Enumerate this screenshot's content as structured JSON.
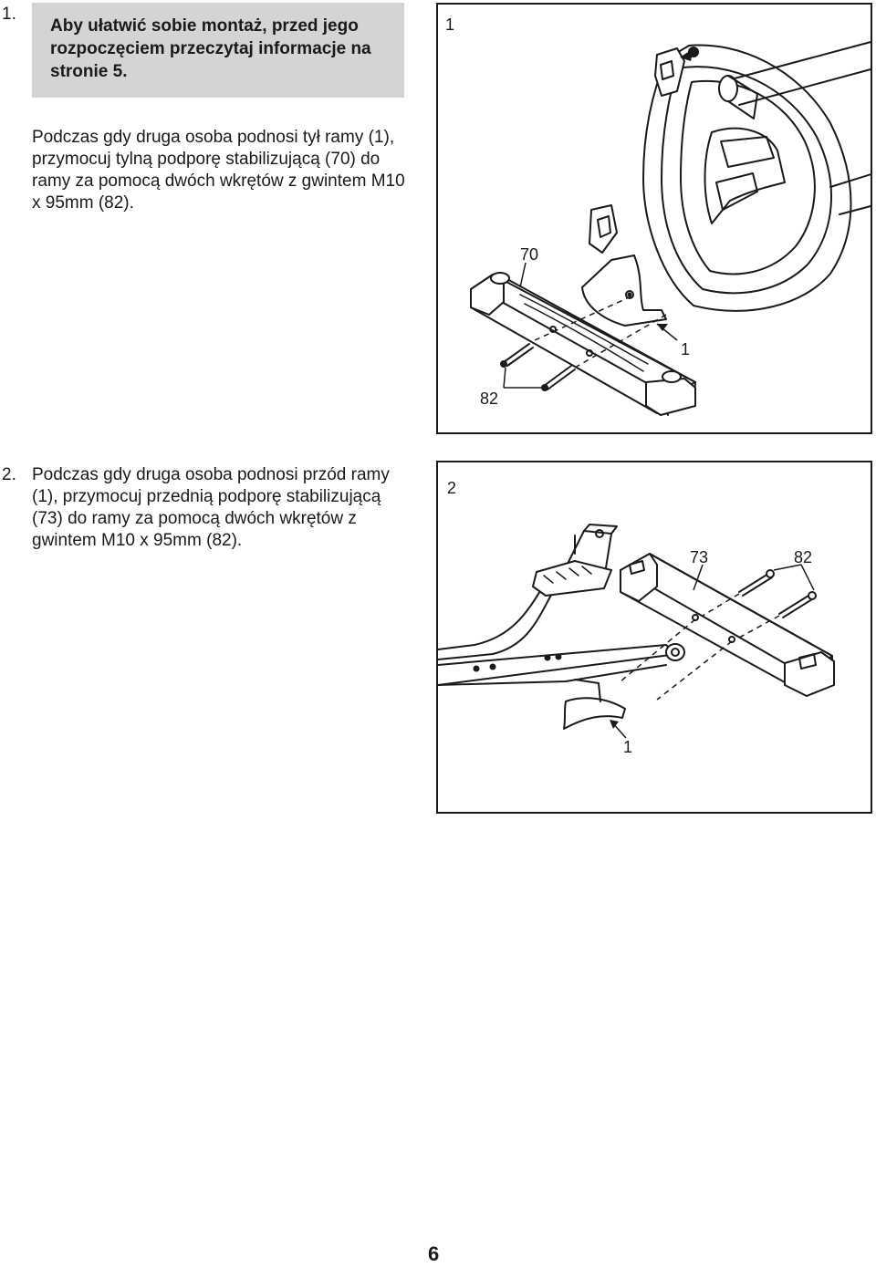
{
  "step1": {
    "number": "1.",
    "note": "Aby ułatwić sobie montaż, przed jego rozpoczęciem przeczytaj informacje na stronie 5.",
    "text": "Podczas gdy druga osoba podnosi tył ramy (1), przymocuj tylną podporę stabilizującą (70) do ramy za pomocą dwóch wkrętów z gwintem M10 x 95mm (82).",
    "figure": {
      "number": "1",
      "labels": {
        "stabilizer": "70",
        "frame": "1",
        "bolts": "82"
      }
    }
  },
  "step2": {
    "number": "2.",
    "text": "Podczas gdy druga osoba podnosi przód ramy (1), przymocuj przednią podporę stabilizującą (73) do ramy za pomocą dwóch wkrętów z gwintem M10 x 95mm (82).",
    "figure": {
      "number": "2",
      "labels": {
        "stabilizer": "73",
        "bolts": "82",
        "frame": "1"
      }
    }
  },
  "footer": {
    "page_number": "6"
  }
}
